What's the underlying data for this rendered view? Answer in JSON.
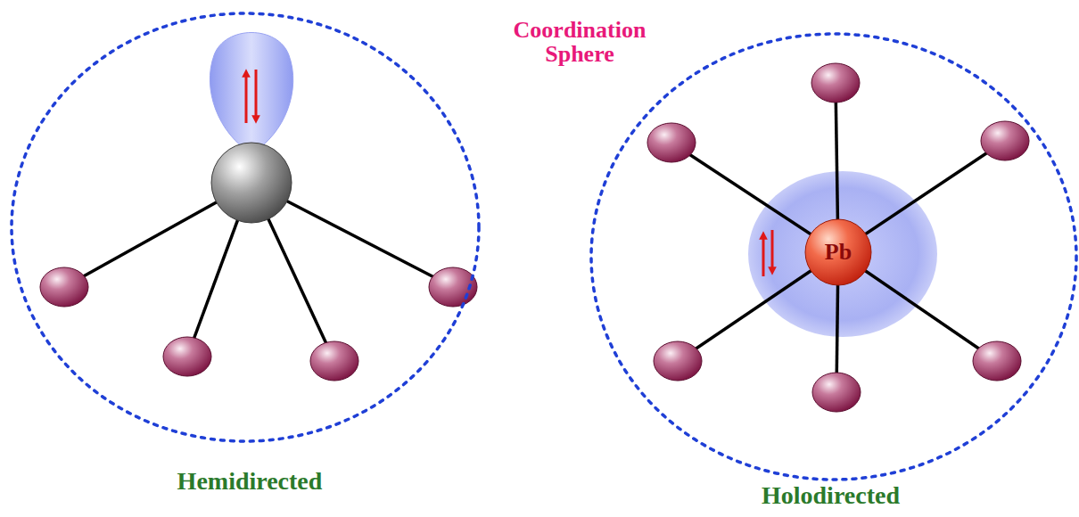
{
  "diagram": {
    "nodes": [
      {
        "text": [
          "Hemidirected"
        ]
      },
      {
        "text": [
          "Holodirected"
        ]
      },
      {
        "text": [
          "Pb"
        ],
        "in": 1
      }
    ],
    "labels": [
      "Coordination Sphere"
    ]
  }
}
